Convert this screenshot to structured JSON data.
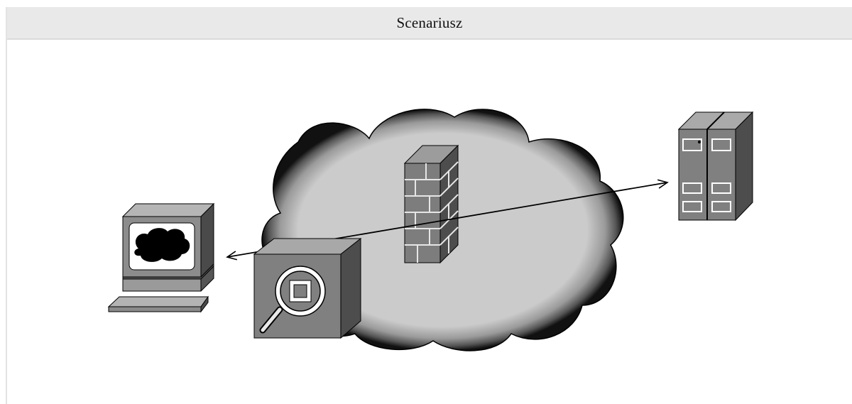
{
  "header": {
    "title": "Scenariusz"
  },
  "diagram": {
    "nodes": [
      {
        "id": "client-computer",
        "icon": "workstation-icon"
      },
      {
        "id": "inspection-appliance",
        "icon": "magnifier-appliance-icon"
      },
      {
        "id": "firewall",
        "icon": "firewall-icon"
      },
      {
        "id": "internet-cloud",
        "icon": "cloud-icon"
      },
      {
        "id": "server",
        "icon": "server-icon"
      }
    ],
    "connections": [
      {
        "from": "client-computer",
        "to": "server",
        "style": "double-arrow"
      }
    ],
    "colors": {
      "cloud_fill": "#c8c8c8",
      "device_light": "#a6a6a6",
      "device_mid": "#7f7f7f",
      "device_dark": "#4d4d4d",
      "outline": "#000000",
      "title_bar": "#e9e9e9"
    }
  }
}
